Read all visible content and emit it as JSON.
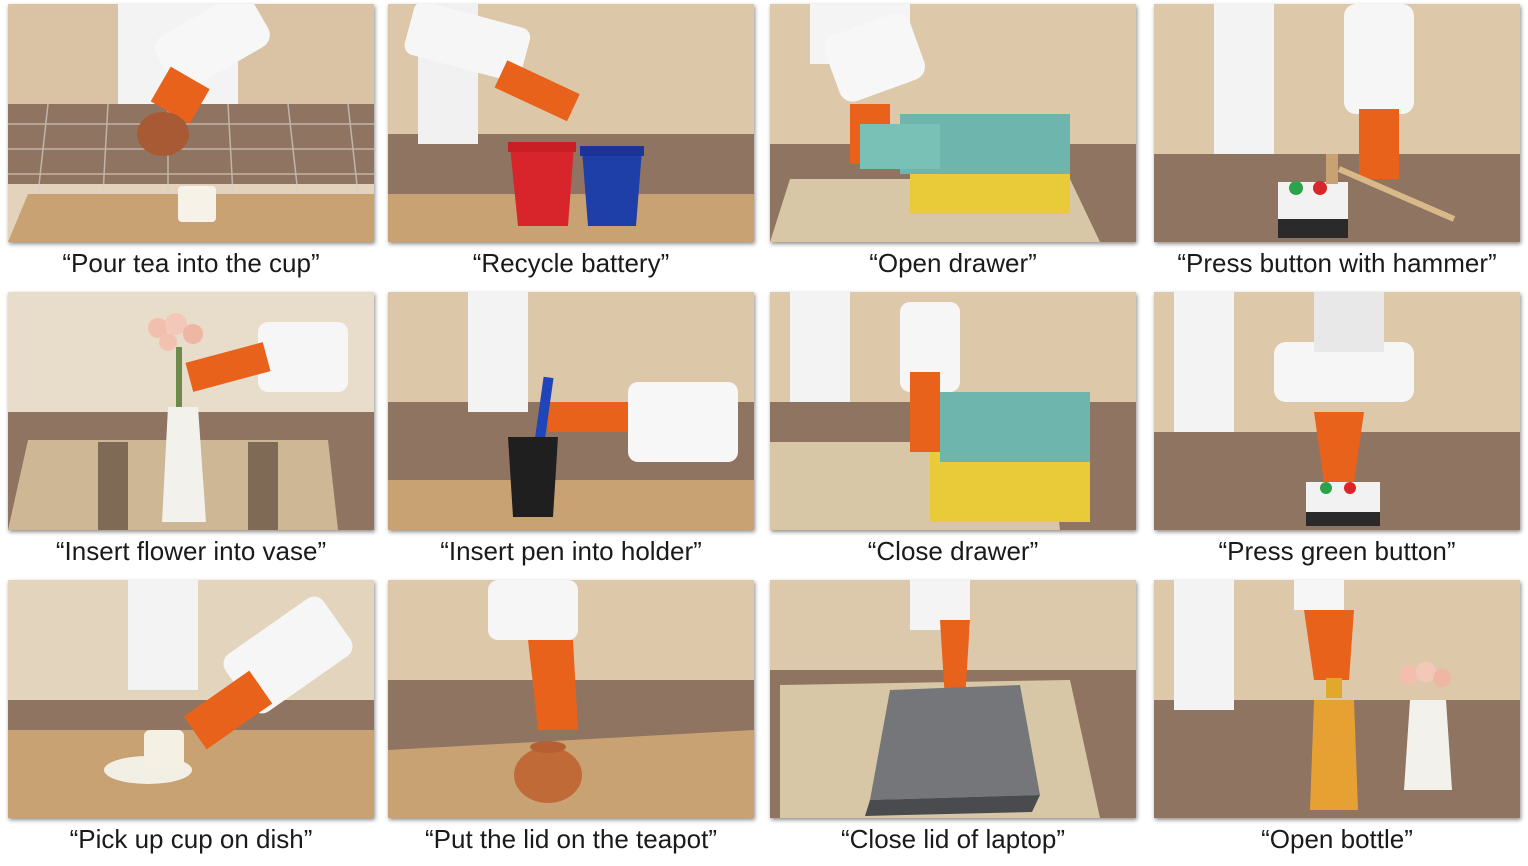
{
  "tasks": [
    {
      "caption": "“Pour tea into the cup”"
    },
    {
      "caption": "“Recycle battery”"
    },
    {
      "caption": "“Open drawer”"
    },
    {
      "caption": "“Press button with hammer”"
    },
    {
      "caption": "“Insert flower into vase”"
    },
    {
      "caption": "“Insert pen into holder”"
    },
    {
      "caption": "“Close drawer”"
    },
    {
      "caption": "“Press green button”"
    },
    {
      "caption": "“Pick up cup on dish”"
    },
    {
      "caption": "“Put the lid on the teapot”"
    },
    {
      "caption": "“Close lid of laptop”"
    },
    {
      "caption": "“Open bottle”"
    }
  ],
  "colors": {
    "gripper_orange": "#e8621c",
    "robot_white": "#f2f2f2",
    "table_wood": "#c9a77a",
    "cloth_brown": "#8a6d5a",
    "wall_beige": "#e6d6bf"
  }
}
